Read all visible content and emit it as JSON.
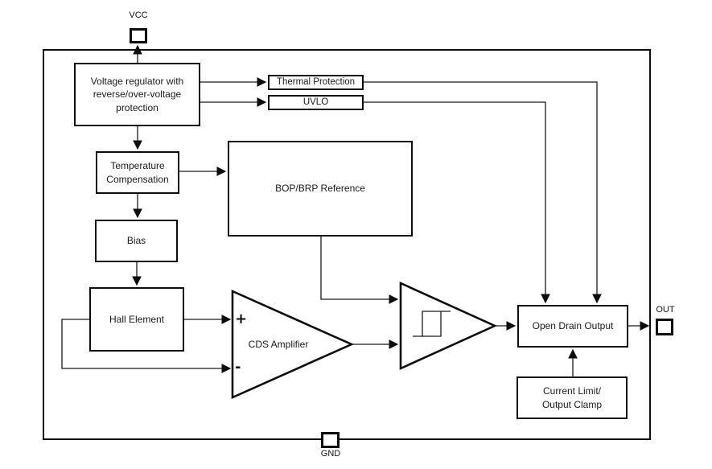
{
  "diagram": {
    "pins": {
      "vcc": {
        "label": "VCC"
      },
      "gnd": {
        "label": "GND"
      },
      "out": {
        "label": "OUT"
      }
    },
    "blocks": {
      "voltage_regulator": {
        "lines": [
          "Voltage regulator with",
          "reverse/over-voltage",
          "protection"
        ]
      },
      "thermal_protection": {
        "label": "Thermal Protection"
      },
      "uvlo": {
        "label": "UVLO"
      },
      "temperature_compensation": {
        "lines": [
          "Temperature",
          "Compensation"
        ]
      },
      "bop_brp_reference": {
        "label": "BOP/BRP Reference"
      },
      "bias": {
        "label": "Bias"
      },
      "hall_element": {
        "label": "Hall Element"
      },
      "cds_amplifier": {
        "label": "CDS Amplifier",
        "input_plus": "+",
        "input_minus": "-"
      },
      "comparator": {
        "icon": "hysteresis-icon"
      },
      "open_drain_output": {
        "label": "Open Drain Output"
      },
      "current_limit_output_clamp": {
        "lines": [
          "Current Limit/",
          "Output Clamp"
        ]
      }
    },
    "colors": {
      "line": "#1a1a1a",
      "block_border": "#0d0d0d",
      "background": "#ffffff"
    }
  }
}
